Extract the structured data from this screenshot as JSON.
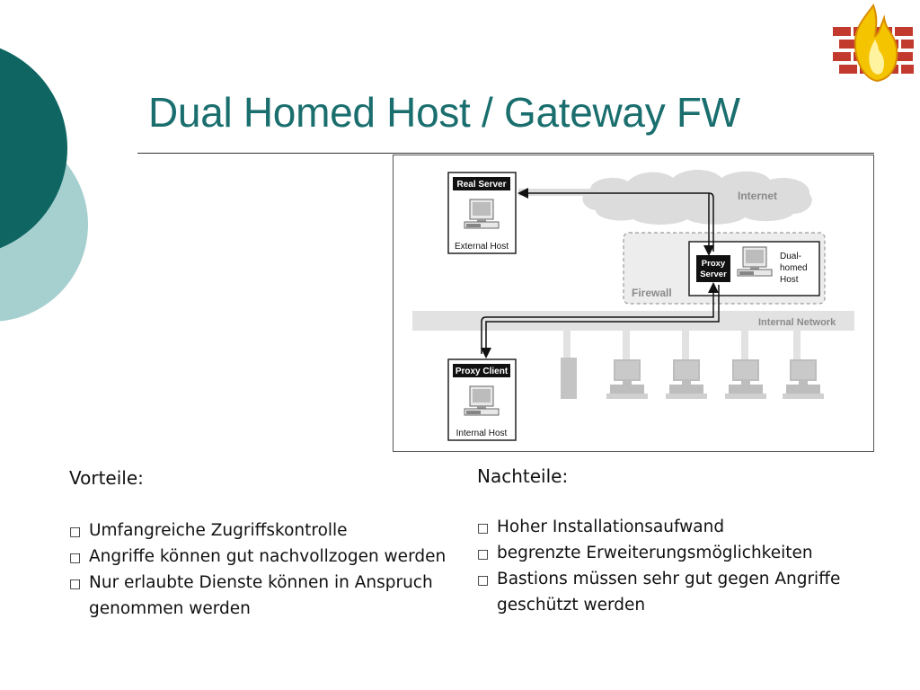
{
  "title": "Dual Homed Host / Gateway FW",
  "diagram": {
    "real_server": "Real Server",
    "external_host": "External Host",
    "internet": "Internet",
    "firewall": "Firewall",
    "proxy_line1": "Proxy",
    "proxy_line2": "Server",
    "dual_line1": "Dual-",
    "dual_line2": "homed",
    "dual_line3": "Host",
    "internal_network": "Internal Network",
    "proxy_client": "Proxy Client",
    "internal_host": "Internal Host"
  },
  "left": {
    "heading": "Vorteile:",
    "items": [
      "Umfangreiche Zugriffskontrolle",
      "Angriffe können gut nachvollzogen werden",
      "Nur erlaubte Dienste können in Anspruch genommen werden"
    ]
  },
  "right": {
    "heading": "Nachteile:",
    "items": [
      "Hoher Installationsaufwand",
      "begrenzte Erweiterungsmöglichkeiten",
      "Bastions müssen sehr gut gegen Angriffe geschützt werden"
    ]
  },
  "bullet_symbol": "□",
  "colors": {
    "title": "#1a6e6e",
    "dark_teal": "#0e6562",
    "light_teal": "#a6cfcf"
  }
}
